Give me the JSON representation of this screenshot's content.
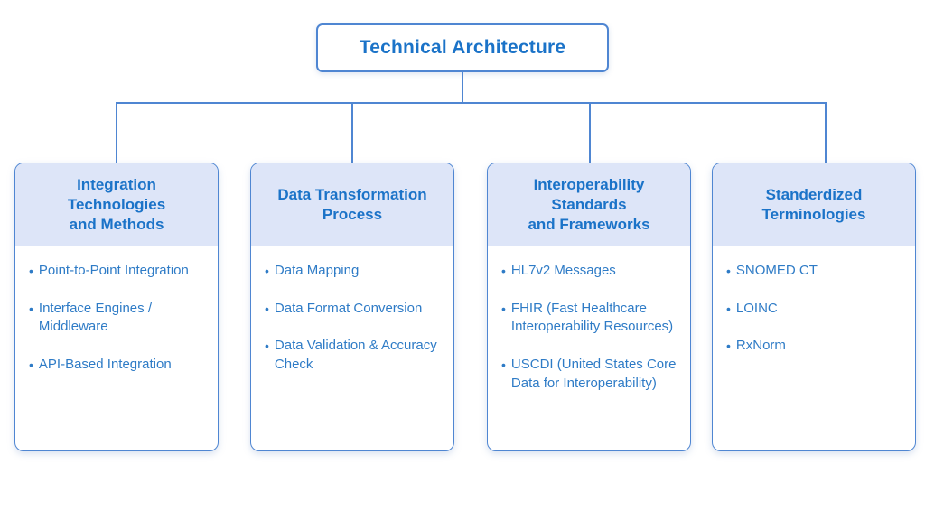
{
  "bullet": "•",
  "colors": {
    "line": "#4f86d2",
    "border": "#4f86d2",
    "header_bg": "#dde5f8",
    "heading_text": "#1b73c8",
    "body_text": "#2e7bc6",
    "page_bg": "#ffffff"
  },
  "root": {
    "title": "Technical Architecture"
  },
  "branches": [
    {
      "title": "Integration\nTechnologies\nand Methods",
      "items": [
        "Point-to-Point Integration",
        "Interface Engines / Middleware",
        "API-Based Integration"
      ]
    },
    {
      "title": "Data Transformation\nProcess",
      "items": [
        "Data Mapping",
        "Data Format Conversion",
        "Data Validation & Accuracy Check"
      ]
    },
    {
      "title": "Interoperability\nStandards\nand Frameworks",
      "items": [
        "HL7v2 Messages",
        "FHIR (Fast Healthcare Interoperability Resources)",
        "USCDI (United States Core Data for Interoperability)"
      ]
    },
    {
      "title": "Standerdized\nTerminologies",
      "items": [
        "SNOMED CT",
        "LOINC",
        "RxNorm"
      ]
    }
  ]
}
